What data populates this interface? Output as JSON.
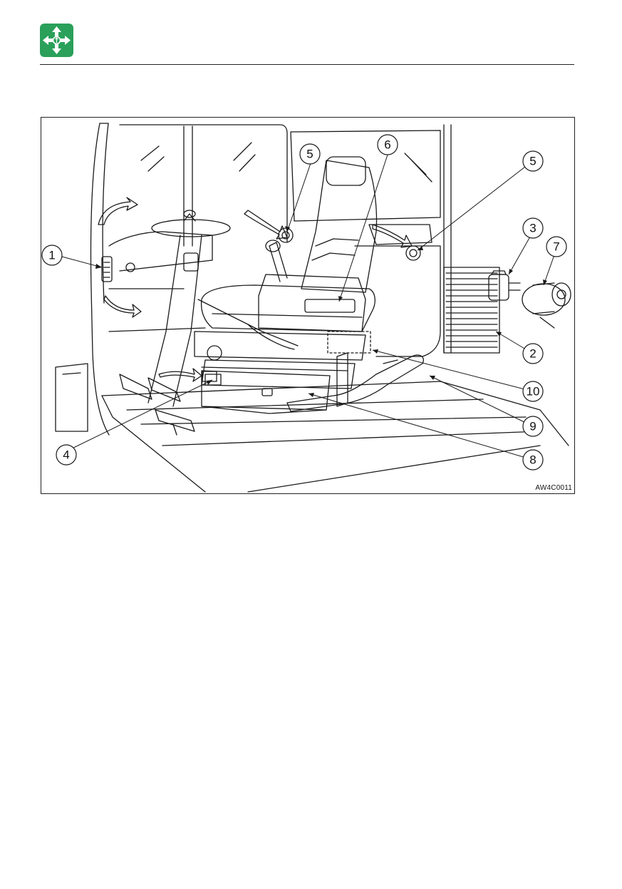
{
  "header": {
    "icon_name": "four-way-arrows-icon",
    "icon_color": "#2aa05a"
  },
  "figure": {
    "code": "AW4C0011",
    "callouts": [
      {
        "id": "callout-1",
        "label": "1"
      },
      {
        "id": "callout-5a",
        "label": "5"
      },
      {
        "id": "callout-6",
        "label": "6"
      },
      {
        "id": "callout-5b",
        "label": "5"
      },
      {
        "id": "callout-3",
        "label": "3"
      },
      {
        "id": "callout-7",
        "label": "7"
      },
      {
        "id": "callout-2",
        "label": "2"
      },
      {
        "id": "callout-10",
        "label": "10"
      },
      {
        "id": "callout-9",
        "label": "9"
      },
      {
        "id": "callout-8",
        "label": "8"
      },
      {
        "id": "callout-4",
        "label": "4"
      }
    ]
  }
}
